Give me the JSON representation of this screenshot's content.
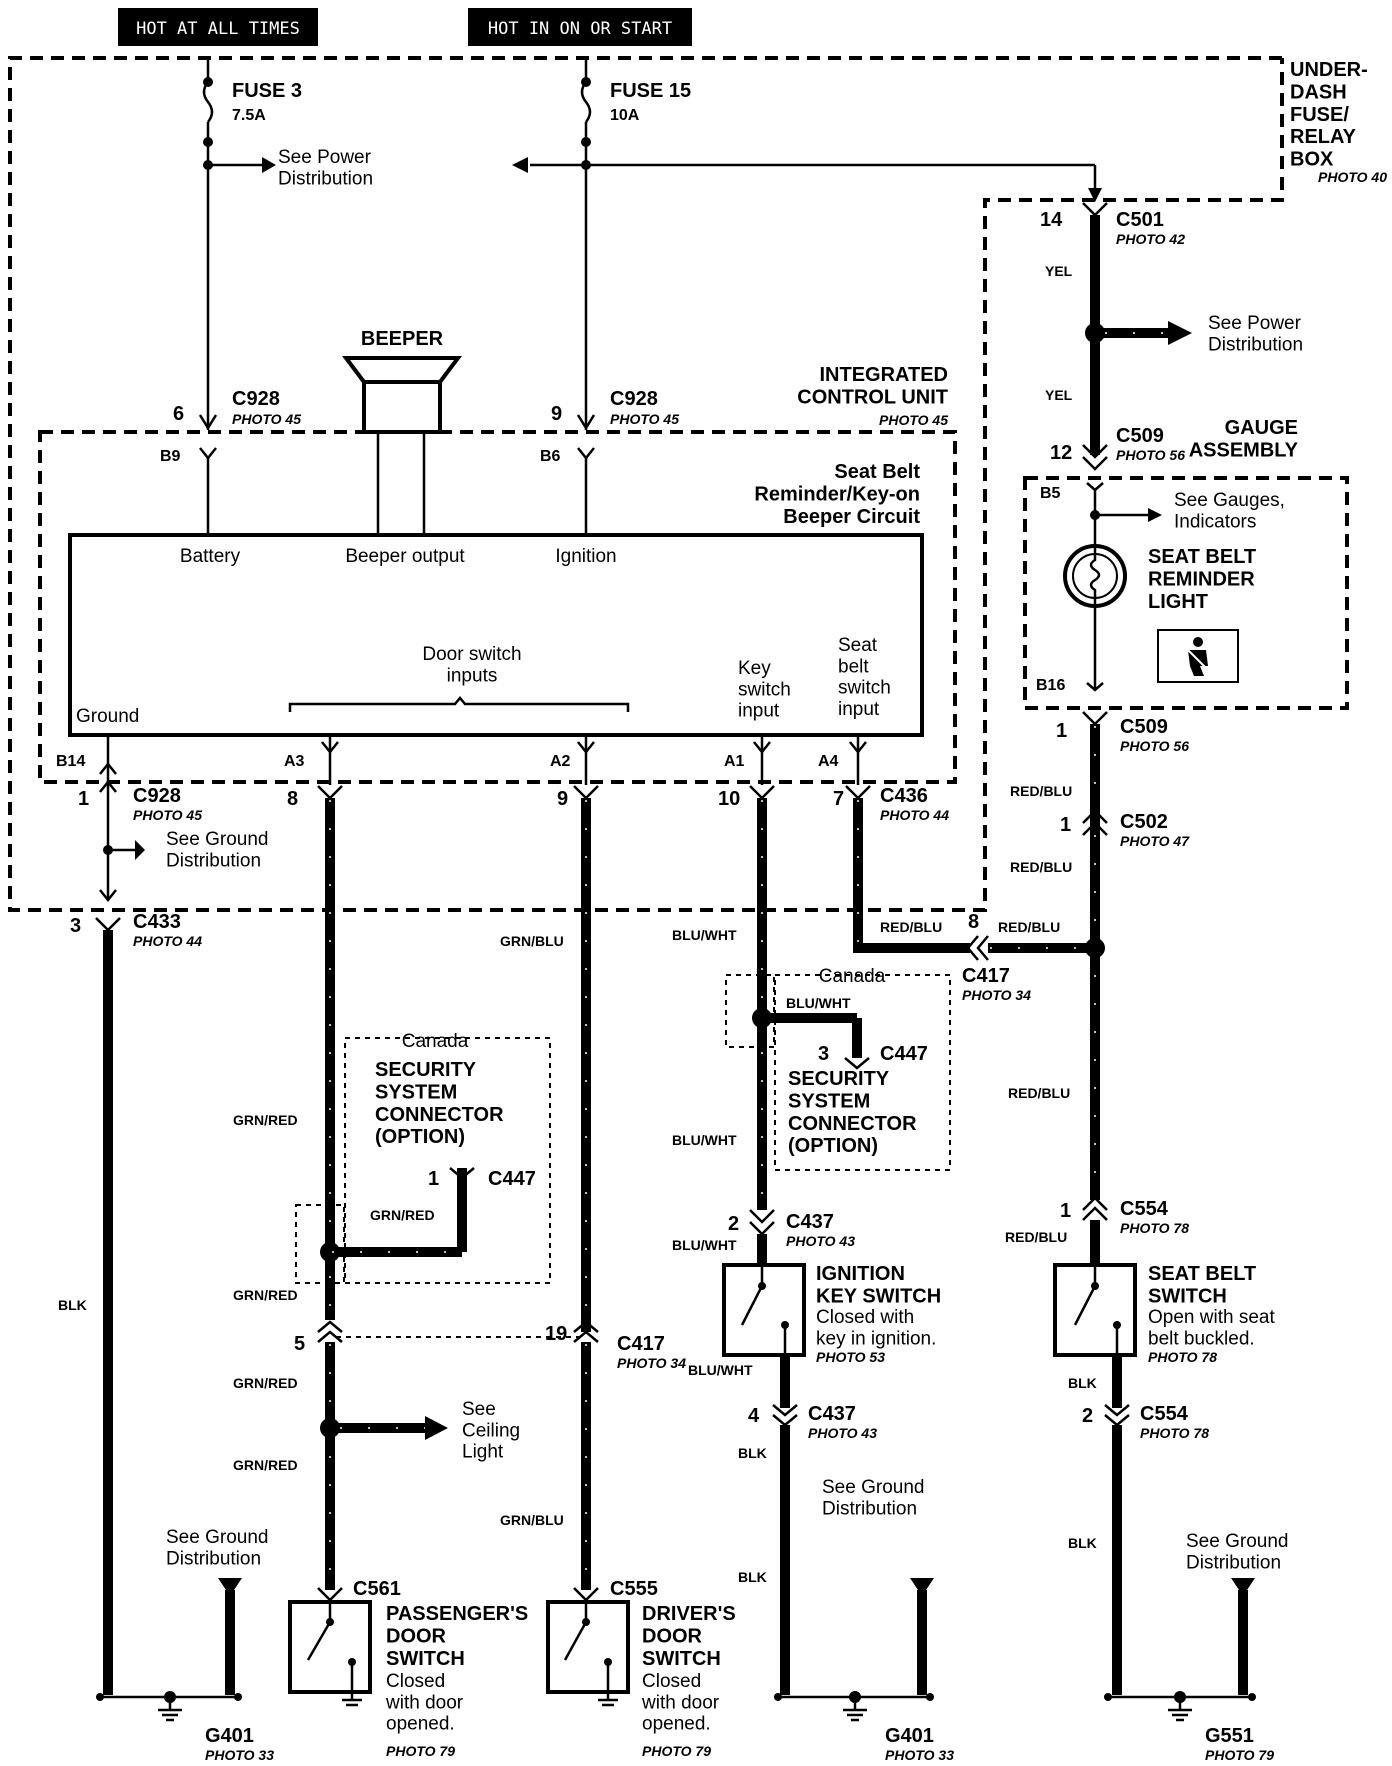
{
  "headers": {
    "hot_at_all_times": "HOT AT ALL TIMES",
    "hot_in_on_or_start": "HOT IN ON OR START"
  },
  "fuse3": {
    "name": "FUSE 3",
    "rating": "7.5A"
  },
  "fuse15": {
    "name": "FUSE 15",
    "rating": "10A"
  },
  "see_power_distribution": "See Power\nDistribution",
  "underdash_box": {
    "label": "UNDER-\nDASH\nFUSE/\nRELAY\nBOX",
    "photo": "PHOTO 40"
  },
  "beeper": "BEEPER",
  "icu": {
    "title": "INTEGRATED\nCONTROL UNIT",
    "photo": "PHOTO 45",
    "circuit": "Seat Belt\nReminder/Key-on\nBeeper Circuit"
  },
  "module_labels": {
    "battery": "Battery",
    "beeper_output": "Beeper output",
    "ignition": "Ignition",
    "ground": "Ground",
    "door_switch_inputs": "Door switch\ninputs",
    "key_switch_input": "Key\nswitch\ninput",
    "seat_belt_switch_input": "Seat\nbelt\nswitch\ninput"
  },
  "pins": {
    "b9": "B9",
    "b6": "B6",
    "b14": "B14",
    "a3": "A3",
    "a2": "A2",
    "a1": "A1",
    "a4": "A4",
    "b5": "B5",
    "b16": "B16"
  },
  "connectors": {
    "c928_top_left": {
      "pin": "6",
      "name": "C928",
      "photo": "PHOTO 45"
    },
    "c928_top_right": {
      "pin": "9",
      "name": "C928",
      "photo": "PHOTO 45"
    },
    "c928_bottom": {
      "pin": "1",
      "name": "C928",
      "photo": "PHOTO 45"
    },
    "c436": {
      "name": "C436",
      "photo": "PHOTO 44"
    },
    "c433": {
      "pin": "3",
      "name": "C433",
      "photo": "PHOTO 44"
    },
    "c501": {
      "pin": "14",
      "name": "C501",
      "photo": "PHOTO 42"
    },
    "c509_top": {
      "pin": "12",
      "name": "C509",
      "photo": "PHOTO 56"
    },
    "c509_bottom": {
      "pin": "1",
      "name": "C509",
      "photo": "PHOTO 56"
    },
    "c502": {
      "pin": "1",
      "name": "C502",
      "photo": "PHOTO 47"
    },
    "c417_right": {
      "pin": "8",
      "name": "C417",
      "photo": "PHOTO 34"
    },
    "c417_mid": {
      "pin_left": "5",
      "pin_right": "19",
      "name": "C417",
      "photo": "PHOTO 34"
    },
    "c447_left": {
      "pin": "1",
      "name": "C447"
    },
    "c447_right": {
      "pin": "3",
      "name": "C447"
    },
    "c437_top": {
      "pin": "2",
      "name": "C437",
      "photo": "PHOTO 43"
    },
    "c437_bottom": {
      "pin": "4",
      "name": "C437",
      "photo": "PHOTO 43"
    },
    "c554_top": {
      "pin": "1",
      "name": "C554",
      "photo": "PHOTO 78"
    },
    "c554_bottom": {
      "pin": "2",
      "name": "C554",
      "photo": "PHOTO 78"
    },
    "c561": {
      "name": "C561"
    },
    "c555": {
      "name": "C555"
    }
  },
  "cavity_numbers": {
    "a3": "8",
    "a2": "9",
    "a1": "10",
    "a4": "7"
  },
  "wires": {
    "yel": "YEL",
    "red_blu": "RED/BLU",
    "blk": "BLK",
    "grn_red": "GRN/RED",
    "grn_blu": "GRN/BLU",
    "blu_wht": "BLU/WHT"
  },
  "gauge_assembly": "GAUGE\nASSEMBLY",
  "see_gauges_indicators": "See Gauges,\nIndicators",
  "seat_belt_reminder_light": "SEAT BELT\nREMINDER\nLIGHT",
  "see_ground_distribution": "See Ground\nDistribution",
  "canada": "Canada",
  "security_connector": "SECURITY\nSYSTEM\nCONNECTOR\n(OPTION)",
  "see_ceiling_light": "See\nCeiling\nLight",
  "passenger_switch": {
    "title": "PASSENGER'S\nDOOR\nSWITCH",
    "desc": "Closed\nwith door\nopened.",
    "photo": "PHOTO 79"
  },
  "driver_switch": {
    "title": "DRIVER'S\nDOOR\nSWITCH",
    "desc": "Closed\nwith door\nopened.",
    "photo": "PHOTO 79"
  },
  "ignition_switch": {
    "title": "IGNITION\nKEY SWITCH",
    "desc": "Closed with\nkey in ignition.",
    "photo": "PHOTO 53"
  },
  "seat_belt_switch": {
    "title": "SEAT BELT\nSWITCH",
    "desc": "Open with seat\nbelt buckled.",
    "photo": "PHOTO 78"
  },
  "grounds": {
    "g401_left": {
      "name": "G401",
      "photo": "PHOTO 33"
    },
    "g401_right": {
      "name": "G401",
      "photo": "PHOTO 33"
    },
    "g551": {
      "name": "G551",
      "photo": "PHOTO 79"
    }
  }
}
